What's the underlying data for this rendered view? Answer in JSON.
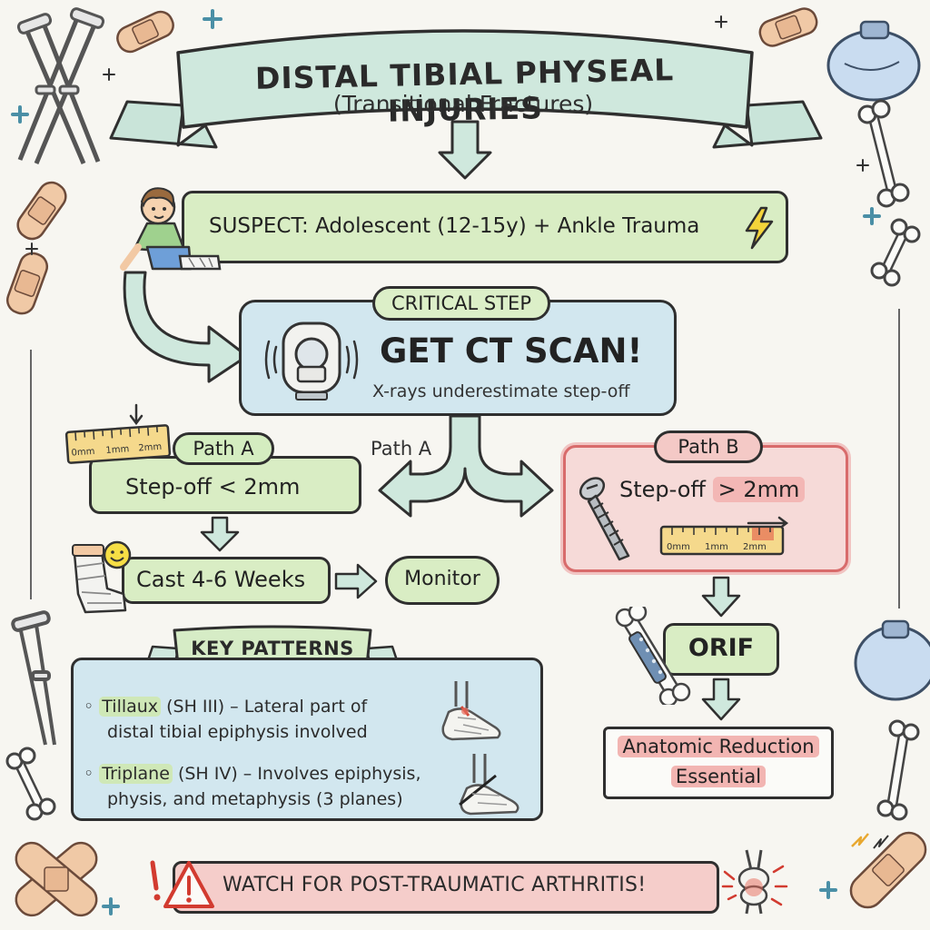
{
  "title": {
    "main": "DISTAL TIBIAL PHYSEAL INJURIES",
    "sub": "(Transitional Fractures)"
  },
  "suspect": {
    "text": "SUSPECT: Adolescent (12-15y) + Ankle Trauma"
  },
  "critical_step": {
    "label": "CRITICAL STEP",
    "title": "GET CT SCAN!",
    "subtitle": "X-rays underestimate step-off"
  },
  "branch_label": "Path A",
  "path_a": {
    "label": "Path A",
    "condition": "Step-off < 2mm",
    "ruler": [
      "0mm",
      "1mm",
      "2mm"
    ],
    "treatment": "Cast 4-6 Weeks",
    "next": "Monitor"
  },
  "path_b": {
    "label": "Path B",
    "condition_prefix": "Step-off",
    "condition_value": "> 2mm",
    "ruler": [
      "0mm",
      "1mm",
      "2mm"
    ],
    "treatment": "ORIF",
    "outcome_line1": "Anatomic Reduction",
    "outcome_line2": "Essential"
  },
  "key_patterns": {
    "heading": "KEY PATTERNS",
    "items": [
      {
        "name": "Tillaux",
        "rest_line1": "(SH III) – Lateral part of",
        "line2": "distal tibial epiphysis involved"
      },
      {
        "name": "Triplane",
        "rest_line1": "(SH IV) – Involves epiphysis,",
        "line2": "physis, and metaphysis (3 planes)"
      }
    ]
  },
  "warning": {
    "text": "WATCH FOR POST-TRAUMATIC ARTHRITIS!"
  },
  "icons": [
    "crutches-icon",
    "bandage-icon",
    "ice-pack-icon",
    "bone-icon",
    "plus-icon",
    "sparkle-icon",
    "boy-icon",
    "lightning-icon",
    "ct-scanner-icon",
    "ruler-icon",
    "screw-icon",
    "cast-icon",
    "smiley-icon",
    "bone-plate-icon",
    "foot-bones-icon",
    "warning-icon",
    "exclamation-icon",
    "knee-joint-icon"
  ],
  "colors": {
    "green": "#d9edc4",
    "blue": "#d2e7ef",
    "pink": "#f6dad8",
    "red_accent": "#d86b6b",
    "outline": "#2f2f2f"
  }
}
